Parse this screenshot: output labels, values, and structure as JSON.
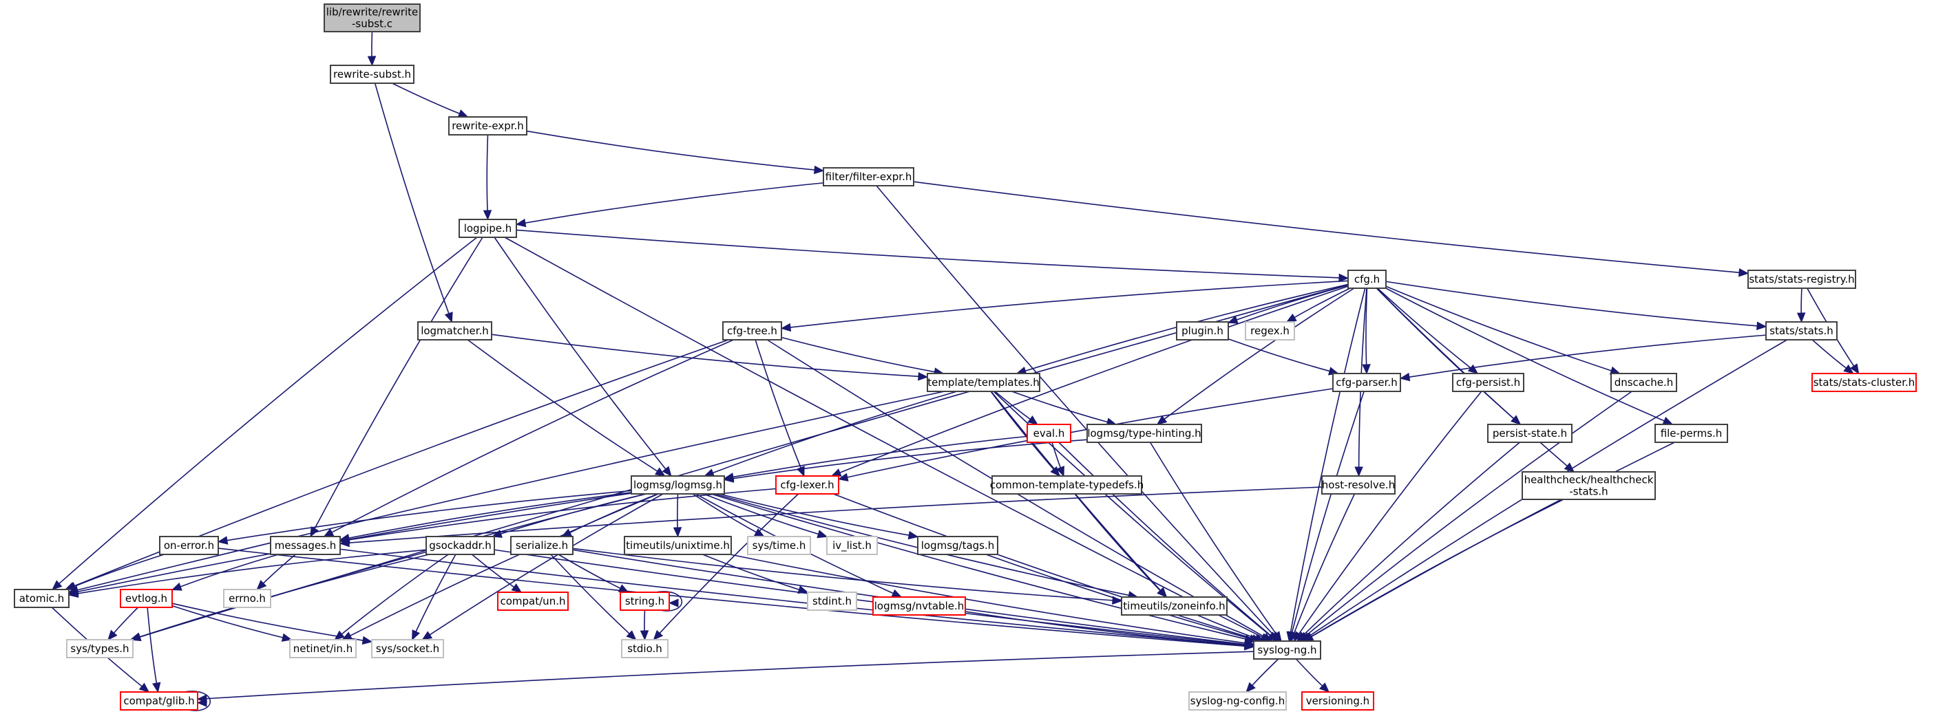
{
  "diagram": {
    "title": "Include dependency graph for lib/rewrite/rewrite-subst.c",
    "colors": {
      "edge": "#191970",
      "root_fill": "#bfbfbf",
      "normal_border": "#404040",
      "missing_border": "#ff0000",
      "external_border": "#bfbfbf"
    },
    "nodes": {
      "root": {
        "label": [
          "lib/rewrite/rewrite",
          "-subst.c"
        ],
        "kind": "root"
      },
      "rewrite_subst_h": {
        "label": [
          "rewrite-subst.h"
        ],
        "kind": "normal"
      },
      "rewrite_expr_h": {
        "label": [
          "rewrite-expr.h"
        ],
        "kind": "normal"
      },
      "filter_expr_h": {
        "label": [
          "filter/filter-expr.h"
        ],
        "kind": "normal"
      },
      "logpipe_h": {
        "label": [
          "logpipe.h"
        ],
        "kind": "normal"
      },
      "cfg_h": {
        "label": [
          "cfg.h"
        ],
        "kind": "normal"
      },
      "stats_registry_h": {
        "label": [
          "stats/stats-registry.h"
        ],
        "kind": "normal"
      },
      "logmatcher_h": {
        "label": [
          "logmatcher.h"
        ],
        "kind": "normal"
      },
      "cfg_tree_h": {
        "label": [
          "cfg-tree.h"
        ],
        "kind": "normal"
      },
      "plugin_h": {
        "label": [
          "plugin.h"
        ],
        "kind": "normal"
      },
      "regex_h": {
        "label": [
          "regex.h"
        ],
        "kind": "external"
      },
      "stats_h": {
        "label": [
          "stats/stats.h"
        ],
        "kind": "normal"
      },
      "templates_h": {
        "label": [
          "template/templates.h"
        ],
        "kind": "normal"
      },
      "cfg_parser_h": {
        "label": [
          "cfg-parser.h"
        ],
        "kind": "normal"
      },
      "cfg_persist_h": {
        "label": [
          "cfg-persist.h"
        ],
        "kind": "normal"
      },
      "dnscache_h": {
        "label": [
          "dnscache.h"
        ],
        "kind": "normal"
      },
      "stats_cluster_h": {
        "label": [
          "stats/stats-cluster.h"
        ],
        "kind": "missing"
      },
      "eval_h": {
        "label": [
          "eval.h"
        ],
        "kind": "missing"
      },
      "type_hinting_h": {
        "label": [
          "logmsg/type-hinting.h"
        ],
        "kind": "normal"
      },
      "persist_state_h": {
        "label": [
          "persist-state.h"
        ],
        "kind": "normal"
      },
      "file_perms_h": {
        "label": [
          "file-perms.h"
        ],
        "kind": "normal"
      },
      "logmsg_h": {
        "label": [
          "logmsg/logmsg.h"
        ],
        "kind": "normal"
      },
      "cfg_lexer_h": {
        "label": [
          "cfg-lexer.h"
        ],
        "kind": "missing"
      },
      "common_template_typedefs_h": {
        "label": [
          "common-template-typedefs.h"
        ],
        "kind": "normal"
      },
      "host_resolve_h": {
        "label": [
          "host-resolve.h"
        ],
        "kind": "normal"
      },
      "healthcheck_stats_h": {
        "label": [
          "healthcheck/healthcheck",
          "-stats.h"
        ],
        "kind": "normal"
      },
      "on_error_h": {
        "label": [
          "on-error.h"
        ],
        "kind": "normal"
      },
      "messages_h": {
        "label": [
          "messages.h"
        ],
        "kind": "normal"
      },
      "gsockaddr_h": {
        "label": [
          "gsockaddr.h"
        ],
        "kind": "normal"
      },
      "serialize_h": {
        "label": [
          "serialize.h"
        ],
        "kind": "normal"
      },
      "unixtime_h": {
        "label": [
          "timeutils/unixtime.h"
        ],
        "kind": "normal"
      },
      "sys_time_h": {
        "label": [
          "sys/time.h"
        ],
        "kind": "external"
      },
      "iv_list_h": {
        "label": [
          "iv_list.h"
        ],
        "kind": "external"
      },
      "tags_h": {
        "label": [
          "logmsg/tags.h"
        ],
        "kind": "normal"
      },
      "atomic_h": {
        "label": [
          "atomic.h"
        ],
        "kind": "normal"
      },
      "evtlog_h": {
        "label": [
          "evtlog.h"
        ],
        "kind": "missing"
      },
      "errno_h": {
        "label": [
          "errno.h"
        ],
        "kind": "external"
      },
      "compat_un_h": {
        "label": [
          "compat/un.h"
        ],
        "kind": "missing"
      },
      "string_h": {
        "label": [
          "string.h"
        ],
        "kind": "missing"
      },
      "stdint_h": {
        "label": [
          "stdint.h"
        ],
        "kind": "external"
      },
      "nvtable_h": {
        "label": [
          "logmsg/nvtable.h"
        ],
        "kind": "missing"
      },
      "zoneinfo_h": {
        "label": [
          "timeutils/zoneinfo.h"
        ],
        "kind": "normal"
      },
      "sys_types_h": {
        "label": [
          "sys/types.h"
        ],
        "kind": "external"
      },
      "netinet_in_h": {
        "label": [
          "netinet/in.h"
        ],
        "kind": "external"
      },
      "sys_socket_h": {
        "label": [
          "sys/socket.h"
        ],
        "kind": "external"
      },
      "stdio_h": {
        "label": [
          "stdio.h"
        ],
        "kind": "external"
      },
      "syslog_ng_h": {
        "label": [
          "syslog-ng.h"
        ],
        "kind": "normal"
      },
      "compat_glib_h": {
        "label": [
          "compat/glib.h"
        ],
        "kind": "missing"
      },
      "syslog_ng_config_h": {
        "label": [
          "syslog-ng-config.h"
        ],
        "kind": "external"
      },
      "versioning_h": {
        "label": [
          "versioning.h"
        ],
        "kind": "missing"
      }
    },
    "edges": [
      [
        "root",
        "rewrite_subst_h"
      ],
      [
        "rewrite_subst_h",
        "rewrite_expr_h"
      ],
      [
        "rewrite_subst_h",
        "logmatcher_h"
      ],
      [
        "rewrite_expr_h",
        "logpipe_h"
      ],
      [
        "rewrite_expr_h",
        "filter_expr_h"
      ],
      [
        "filter_expr_h",
        "logpipe_h"
      ],
      [
        "filter_expr_h",
        "stats_registry_h"
      ],
      [
        "filter_expr_h",
        "syslog_ng_h"
      ],
      [
        "logpipe_h",
        "cfg_h"
      ],
      [
        "logpipe_h",
        "atomic_h"
      ],
      [
        "logpipe_h",
        "messages_h"
      ],
      [
        "logpipe_h",
        "logmsg_h"
      ],
      [
        "logpipe_h",
        "syslog_ng_h"
      ],
      [
        "cfg_h",
        "cfg_tree_h"
      ],
      [
        "cfg_h",
        "plugin_h"
      ],
      [
        "cfg_h",
        "regex_h"
      ],
      [
        "cfg_h",
        "stats_h"
      ],
      [
        "cfg_h",
        "templates_h"
      ],
      [
        "cfg_h",
        "cfg_parser_h"
      ],
      [
        "cfg_h",
        "cfg_persist_h"
      ],
      [
        "cfg_h",
        "dnscache_h"
      ],
      [
        "cfg_h",
        "type_hinting_h"
      ],
      [
        "cfg_h",
        "persist_state_h"
      ],
      [
        "cfg_h",
        "file_perms_h"
      ],
      [
        "cfg_h",
        "cfg_lexer_h"
      ],
      [
        "cfg_h",
        "host_resolve_h"
      ],
      [
        "cfg_h",
        "healthcheck_stats_h"
      ],
      [
        "cfg_h",
        "sys_types_h"
      ],
      [
        "cfg_h",
        "syslog_ng_h"
      ],
      [
        "stats_registry_h",
        "stats_h"
      ],
      [
        "stats_registry_h",
        "stats_cluster_h"
      ],
      [
        "stats_h",
        "stats_cluster_h"
      ],
      [
        "stats_h",
        "cfg_parser_h"
      ],
      [
        "stats_h",
        "syslog_ng_h"
      ],
      [
        "logmatcher_h",
        "templates_h"
      ],
      [
        "logmatcher_h",
        "logmsg_h"
      ],
      [
        "cfg_tree_h",
        "templates_h"
      ],
      [
        "cfg_tree_h",
        "cfg_lexer_h"
      ],
      [
        "cfg_tree_h",
        "messages_h"
      ],
      [
        "cfg_tree_h",
        "atomic_h"
      ],
      [
        "cfg_tree_h",
        "syslog_ng_h"
      ],
      [
        "plugin_h",
        "cfg_parser_h"
      ],
      [
        "templates_h",
        "eval_h"
      ],
      [
        "templates_h",
        "type_hinting_h"
      ],
      [
        "templates_h",
        "common_template_typedefs_h"
      ],
      [
        "templates_h",
        "logmsg_h"
      ],
      [
        "templates_h",
        "atomic_h"
      ],
      [
        "templates_h",
        "zoneinfo_h"
      ],
      [
        "templates_h",
        "syslog_ng_h"
      ],
      [
        "cfg_parser_h",
        "cfg_lexer_h"
      ],
      [
        "cfg_parser_h",
        "syslog_ng_h"
      ],
      [
        "cfg_persist_h",
        "syslog_ng_h"
      ],
      [
        "dnscache_h",
        "syslog_ng_h"
      ],
      [
        "eval_h",
        "common_template_typedefs_h"
      ],
      [
        "eval_h",
        "logmsg_h"
      ],
      [
        "eval_h",
        "syslog_ng_h"
      ],
      [
        "type_hinting_h",
        "logmsg_h"
      ],
      [
        "type_hinting_h",
        "syslog_ng_h"
      ],
      [
        "persist_state_h",
        "syslog_ng_h"
      ],
      [
        "file_perms_h",
        "syslog_ng_h"
      ],
      [
        "healthcheck_stats_h",
        "syslog_ng_h"
      ],
      [
        "host_resolve_h",
        "messages_h"
      ],
      [
        "host_resolve_h",
        "syslog_ng_h"
      ],
      [
        "common_template_typedefs_h",
        "zoneinfo_h"
      ],
      [
        "cfg_lexer_h",
        "messages_h"
      ],
      [
        "cfg_lexer_h",
        "stdio_h"
      ],
      [
        "cfg_lexer_h",
        "syslog_ng_h"
      ],
      [
        "logmsg_h",
        "on_error_h"
      ],
      [
        "logmsg_h",
        "messages_h"
      ],
      [
        "logmsg_h",
        "gsockaddr_h"
      ],
      [
        "logmsg_h",
        "serialize_h"
      ],
      [
        "logmsg_h",
        "unixtime_h"
      ],
      [
        "logmsg_h",
        "sys_time_h"
      ],
      [
        "logmsg_h",
        "iv_list_h"
      ],
      [
        "logmsg_h",
        "tags_h"
      ],
      [
        "logmsg_h",
        "nvtable_h"
      ],
      [
        "logmsg_h",
        "atomic_h"
      ],
      [
        "logmsg_h",
        "netinet_in_h"
      ],
      [
        "logmsg_h",
        "sys_socket_h"
      ],
      [
        "logmsg_h",
        "sys_types_h"
      ],
      [
        "logmsg_h",
        "zoneinfo_h"
      ],
      [
        "logmsg_h",
        "syslog_ng_h"
      ],
      [
        "on_error_h",
        "atomic_h"
      ],
      [
        "on_error_h",
        "syslog_ng_h"
      ],
      [
        "messages_h",
        "evtlog_h"
      ],
      [
        "messages_h",
        "errno_h"
      ],
      [
        "messages_h",
        "syslog_ng_h"
      ],
      [
        "gsockaddr_h",
        "compat_un_h"
      ],
      [
        "gsockaddr_h",
        "atomic_h"
      ],
      [
        "gsockaddr_h",
        "sys_types_h"
      ],
      [
        "gsockaddr_h",
        "netinet_in_h"
      ],
      [
        "gsockaddr_h",
        "sys_socket_h"
      ],
      [
        "gsockaddr_h",
        "syslog_ng_h"
      ],
      [
        "serialize_h",
        "string_h"
      ],
      [
        "serialize_h",
        "stdio_h"
      ],
      [
        "serialize_h",
        "zoneinfo_h"
      ],
      [
        "serialize_h",
        "syslog_ng_h"
      ],
      [
        "unixtime_h",
        "stdint_h"
      ],
      [
        "unixtime_h",
        "syslog_ng_h"
      ],
      [
        "tags_h",
        "syslog_ng_h"
      ],
      [
        "nvtable_h",
        "syslog_ng_h"
      ],
      [
        "zoneinfo_h",
        "syslog_ng_h"
      ],
      [
        "string_h",
        "string_h"
      ],
      [
        "string_h",
        "stdio_h"
      ],
      [
        "evtlog_h",
        "sys_types_h"
      ],
      [
        "evtlog_h",
        "compat_glib_h"
      ],
      [
        "evtlog_h",
        "netinet_in_h"
      ],
      [
        "evtlog_h",
        "sys_socket_h"
      ],
      [
        "atomic_h",
        "compat_glib_h"
      ],
      [
        "syslog_ng_h",
        "compat_glib_h"
      ],
      [
        "syslog_ng_h",
        "syslog_ng_config_h"
      ],
      [
        "syslog_ng_h",
        "versioning_h"
      ],
      [
        "compat_glib_h",
        "compat_glib_h"
      ]
    ]
  }
}
